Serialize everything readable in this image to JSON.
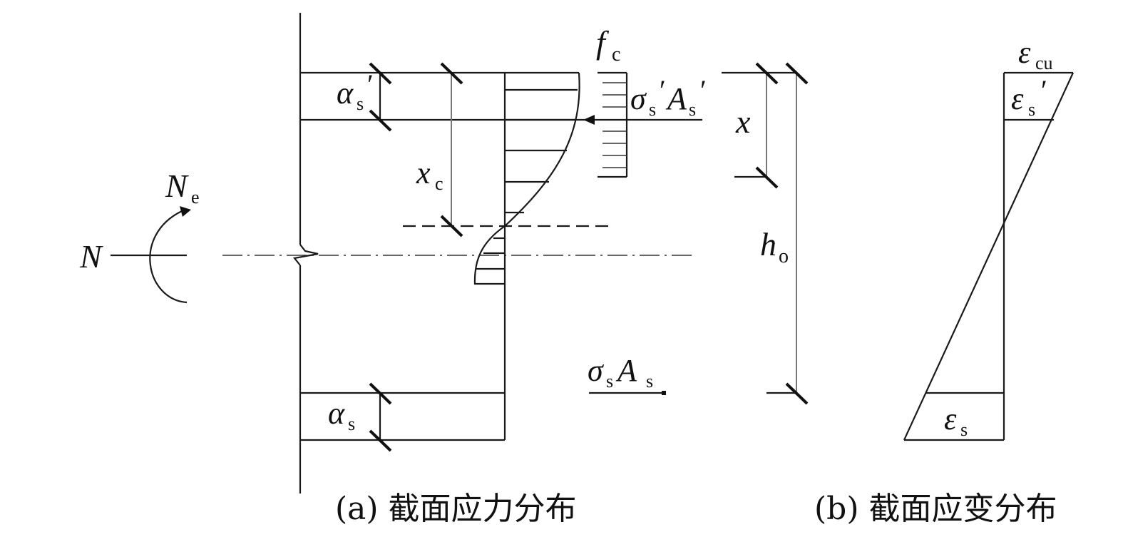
{
  "labels": {
    "N": "N",
    "Ne_main": "N",
    "Ne_sub": "e",
    "alpha_s_prime_main": "α",
    "alpha_s_prime_sub": "s",
    "alpha_s_prime_mark": "′",
    "xc_main": "x",
    "xc_sub": "c",
    "fc_main": "f",
    "fc_sub": "c",
    "sigma_As_prime_sigma": "σ",
    "sigma_As_prime_sub1": "s",
    "sigma_As_prime_mark1": "′",
    "sigma_As_prime_A": "A",
    "sigma_As_prime_sub2": "s",
    "sigma_As_prime_mark2": "′",
    "sigma_As_sigma": "σ",
    "sigma_As_sub1": "s",
    "sigma_As_A": "A",
    "sigma_As_sub2": "s",
    "alpha_s_main": "α",
    "alpha_s_sub": "s",
    "x": "x",
    "h0_main": "h",
    "h0_sub": "o",
    "ecu_main": "ε",
    "ecu_sub": "cu",
    "es_prime_main": "ε",
    "es_prime_sub": "s",
    "es_prime_mark": "′",
    "es_main": "ε",
    "es_sub": "s"
  },
  "captions": {
    "a": "(a) 截面应力分布",
    "b": "(b) 截面应变分布"
  }
}
